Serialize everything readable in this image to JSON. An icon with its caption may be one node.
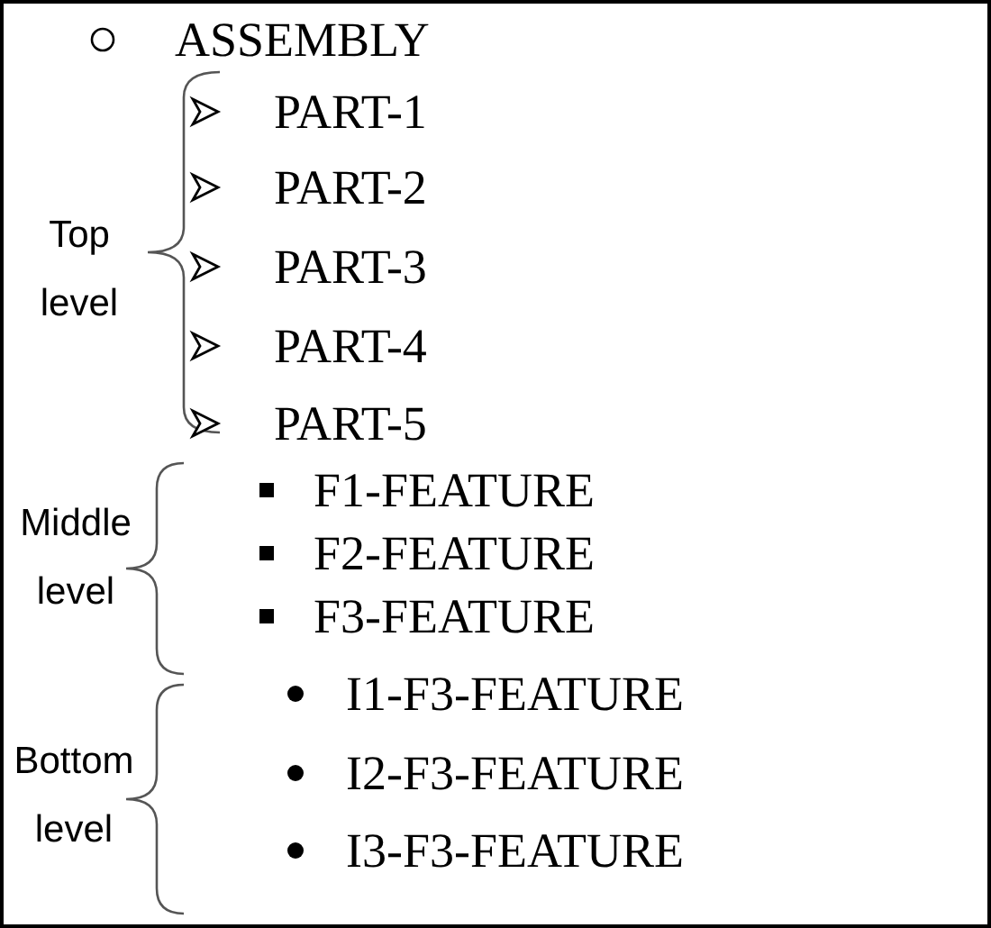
{
  "diagram": {
    "labels": [
      "ASSEMBLY",
      "Top level",
      "PART-1",
      "PART-2",
      "PART-3",
      "PART-4",
      "PART-5",
      "Middle level",
      "F1-FEATURE",
      "F2-FEATURE",
      "F3-FEATURE",
      "Bottom level",
      "I1-F3-FEATURE",
      "I2-F3-FEATURE",
      "I3-F3-FEATURE"
    ]
  }
}
